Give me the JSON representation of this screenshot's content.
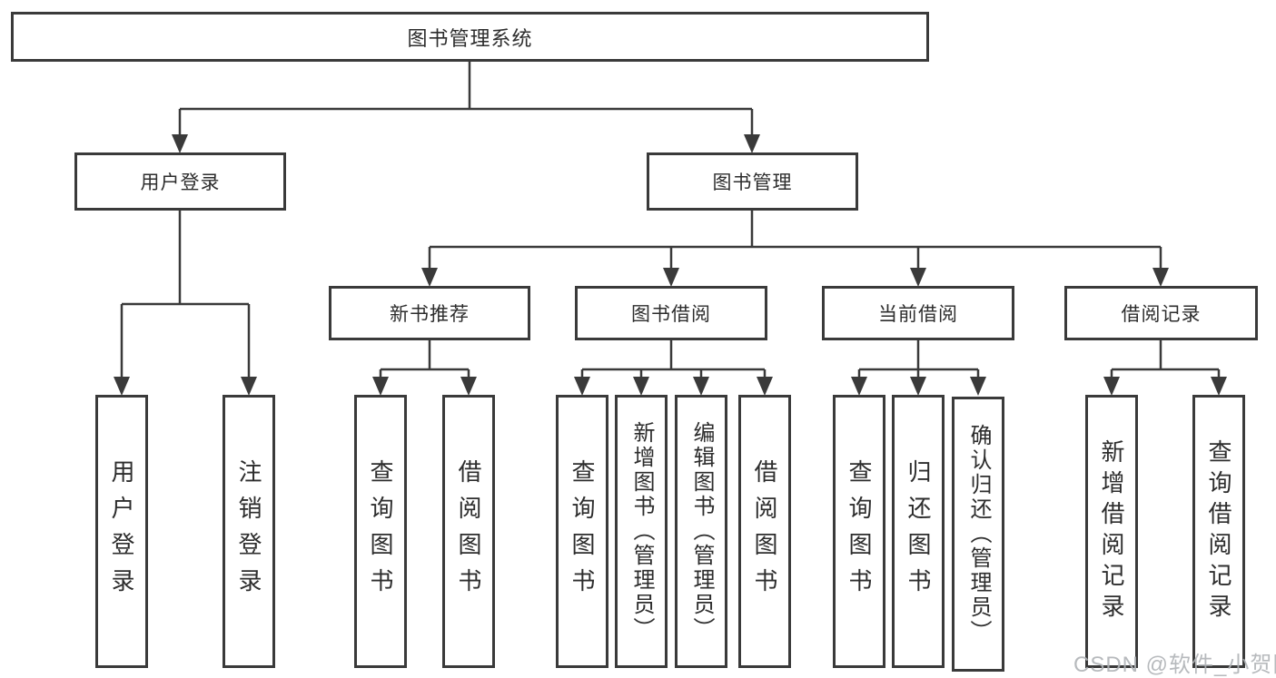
{
  "diagram": {
    "title": "图书管理系统",
    "root": {
      "label": "图书管理系统"
    },
    "branches": {
      "user_login": {
        "label": "用户登录",
        "children": [
          "用户登录",
          "注销登录"
        ]
      },
      "book_management": {
        "label": "图书管理"
      }
    },
    "sections": [
      {
        "label": "新书推荐",
        "children": [
          "查询图书",
          "借阅图书"
        ]
      },
      {
        "label": "图书借阅",
        "children": [
          "查询图书",
          "新增图书（管理员）",
          "编辑图书（管理员）",
          "借阅图书"
        ]
      },
      {
        "label": "当前借阅",
        "children": [
          "查询图书",
          "归还图书",
          "确认归还（管理员）"
        ]
      },
      {
        "label": "借阅记录",
        "children": [
          "新增借阅记录",
          "查询借阅记录"
        ]
      }
    ]
  },
  "watermark": {
    "text": "CSDN @软件_小贺同学"
  },
  "colors": {
    "line": "#3a3a3a",
    "text": "#2d2d2d",
    "watermark": "#b0b3b7",
    "background": "#ffffff"
  }
}
